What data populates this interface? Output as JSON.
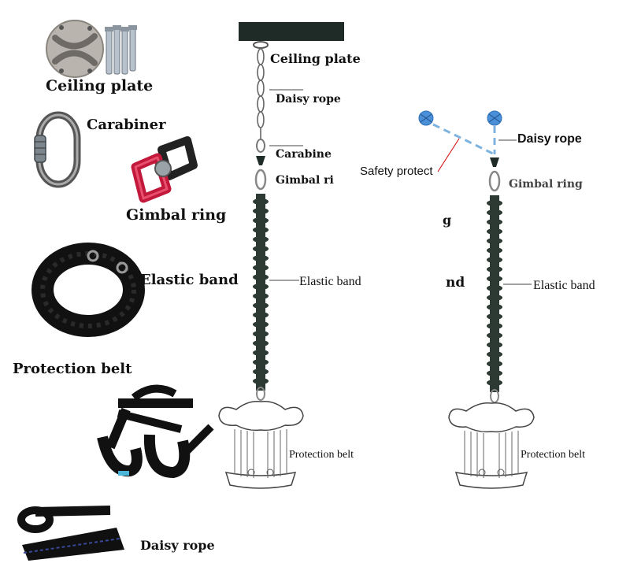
{
  "parts": {
    "ceiling_plate": "Ceiling plate",
    "carabiner": "Carabiner",
    "gimbal_ring": "Gimbal ring",
    "elastic_band": "Elastic band",
    "protection_belt": "Protection belt",
    "daisy_rope": "Daisy rope"
  },
  "diagram_single": {
    "ceiling_plate": "Ceiling plate",
    "daisy_rope": "Daisy rope",
    "carabiner": "Carabine",
    "gimbal_ring": "Gimbal ri",
    "elastic_band": "Elastic band",
    "protection_belt": "Protection belt"
  },
  "diagram_double": {
    "daisy_rope": "Daisy rope",
    "safety_protect": "Safety protect",
    "gimbal_ring": "Gimbal ring",
    "elastic_band": "Elastic band",
    "protection_belt": "Protection belt",
    "clipped_g": "g",
    "clipped_nd": "nd"
  },
  "colors": {
    "band": "#2c3a33",
    "ceiling_bar": "#1f2b27",
    "anchor_blue": "#4a90d9",
    "safety_line": "#7fb3df",
    "gimbal_red": "#c2183a"
  }
}
